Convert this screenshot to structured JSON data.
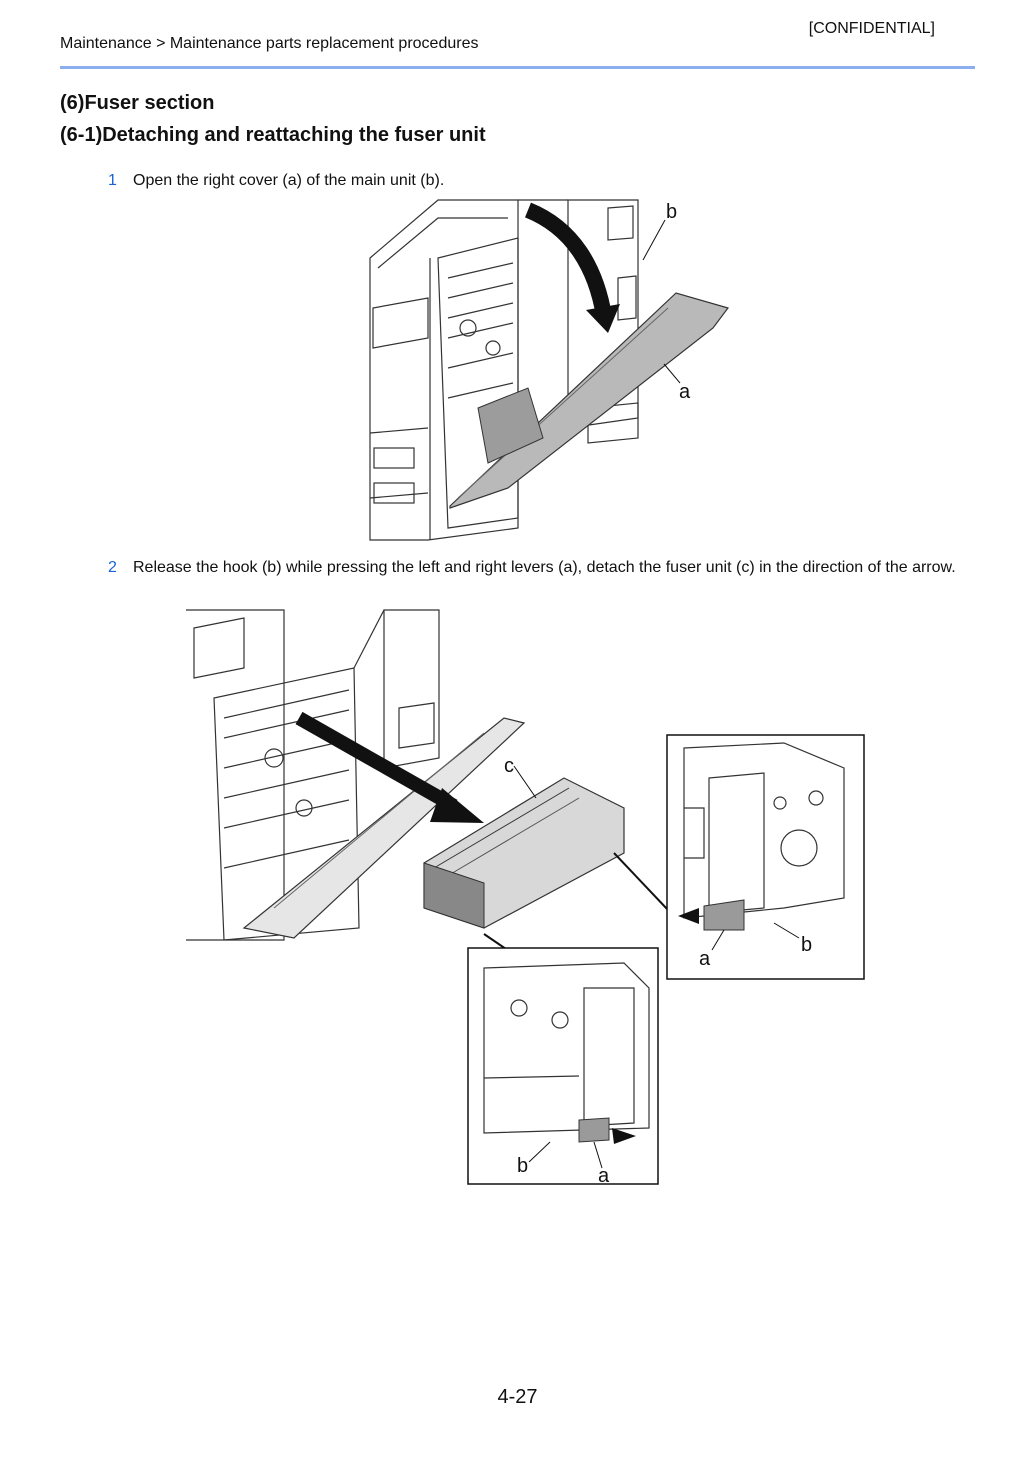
{
  "header": {
    "breadcrumb": "Maintenance > Maintenance parts replacement procedures",
    "confidential": "[CONFIDENTIAL]"
  },
  "section_title": "(6)Fuser section",
  "subsection_title": "(6-1)Detaching and reattaching the fuser unit",
  "steps": [
    {
      "number": "1",
      "text": "Open the right cover (a) of the main unit (b)."
    },
    {
      "number": "2",
      "text": "Release the hook (b) while pressing the left and right levers (a), detach the fuser unit (c) in the direction of the arrow."
    }
  ],
  "figure1": {
    "labels": {
      "a": "a",
      "b": "b"
    }
  },
  "figure2": {
    "main_labels": {
      "c": "c"
    },
    "inset_right_labels": {
      "a": "a",
      "b": "b"
    },
    "inset_bottom_labels": {
      "a": "a",
      "b": "b"
    }
  },
  "page_number": "4-27"
}
